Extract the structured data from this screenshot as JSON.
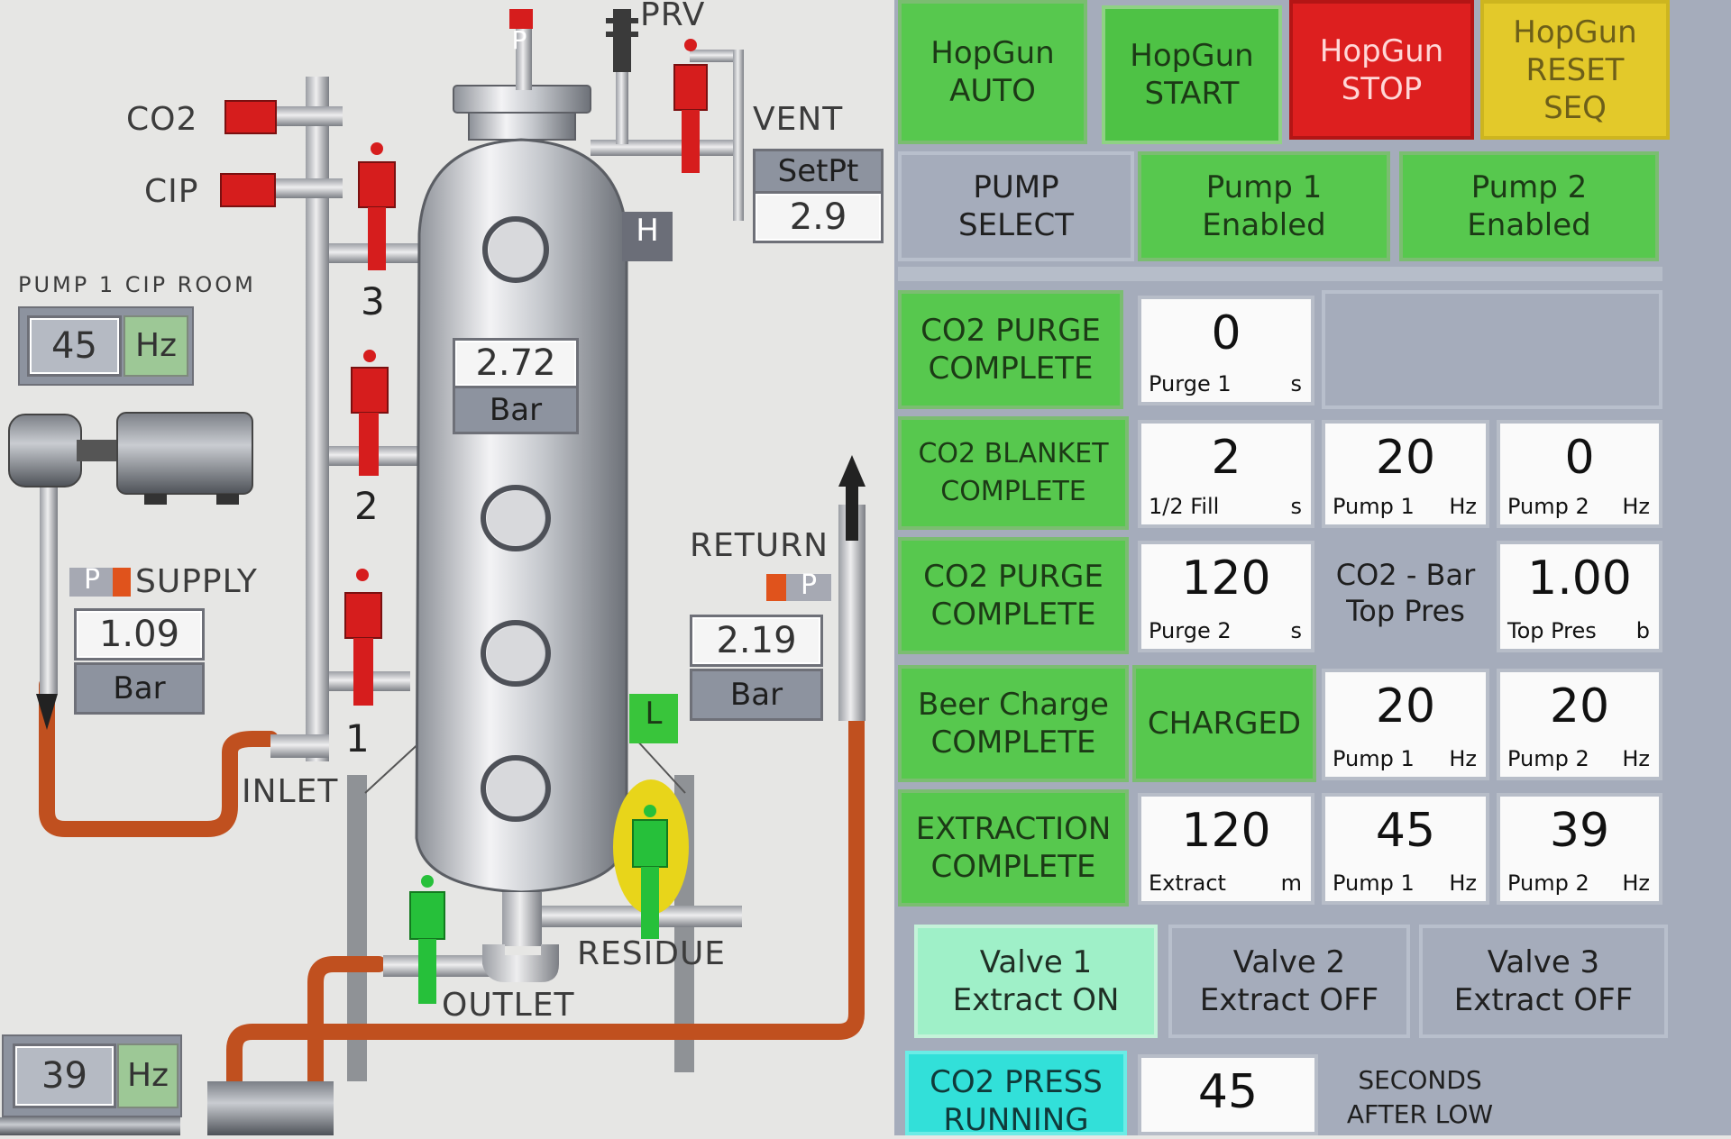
{
  "colors": {
    "panel_bg": "#a5acbb",
    "button_green": "#57c84e",
    "button_red": "#dd1f1f",
    "button_yellow": "#e3c92a",
    "valve_red": "#d61d1d",
    "valve_green": "#26c03a",
    "pipe_copper": "#c0501f",
    "status_cyan": "#32e0d9",
    "status_mint": "#9ff0c8"
  },
  "diagram": {
    "labels": {
      "co2": "CO2",
      "cip": "CIP",
      "prv": "PRV",
      "vent": "VENT",
      "pump1_cip_room": "PUMP 1 CIP ROOM",
      "supply": "SUPPLY",
      "return": "RETURN",
      "inlet": "INLET",
      "outlet": "OUTLET",
      "residue": "RESIDUE",
      "port_3": "3",
      "port_2": "2",
      "port_1": "1",
      "sensor_p": "P",
      "level_h": "H",
      "level_l": "L"
    },
    "vent_setpoint": {
      "label": "SetPt",
      "value": "2.9"
    },
    "vessel_pressure": {
      "value": "2.72",
      "unit": "Bar"
    },
    "supply_pressure": {
      "value": "1.09",
      "unit": "Bar"
    },
    "return_pressure": {
      "value": "2.19",
      "unit": "Bar"
    },
    "pump1_speed": {
      "value": "45",
      "unit": "Hz"
    },
    "pump2_speed": {
      "value": "39",
      "unit": "Hz"
    }
  },
  "panel": {
    "top_buttons": [
      {
        "label": "HopGun\nAUTO"
      },
      {
        "label": "HopGun\nSTART"
      },
      {
        "label": "HopGun\nSTOP"
      },
      {
        "label": "HopGun\nRESET\nSEQ"
      }
    ],
    "pump_select": {
      "label": "PUMP\nSELECT",
      "pump1": "Pump 1\nEnabled",
      "pump2": "Pump 2\nEnabled"
    },
    "rows": {
      "purge1": {
        "status": "CO2 PURGE\nCOMPLETE",
        "value": "0",
        "sub": "Purge 1",
        "unit": "s"
      },
      "blanket": {
        "status": "CO2 BLANKET\nCOMPLETE",
        "fill": {
          "value": "2",
          "sub": "1/2 Fill",
          "unit": "s"
        },
        "pump1": {
          "value": "20",
          "sub": "Pump 1",
          "unit": "Hz"
        },
        "pump2": {
          "value": "0",
          "sub": "Pump 2",
          "unit": "Hz"
        }
      },
      "purge2": {
        "status": "CO2 PURGE\nCOMPLETE",
        "value": "120",
        "sub": "Purge 2",
        "unit": "s",
        "label": "CO2 - Bar\nTop Pres",
        "top": {
          "value": "1.00",
          "sub": "Top Pres",
          "unit": "b"
        }
      },
      "charge": {
        "status": "Beer Charge\nCOMPLETE",
        "charged": "CHARGED",
        "pump1": {
          "value": "20",
          "sub": "Pump 1",
          "unit": "Hz"
        },
        "pump2": {
          "value": "20",
          "sub": "Pump 2",
          "unit": "Hz"
        }
      },
      "extraction": {
        "status": "EXTRACTION\nCOMPLETE",
        "extract": {
          "value": "120",
          "sub": "Extract",
          "unit": "m"
        },
        "pump1": {
          "value": "45",
          "sub": "Pump 1",
          "unit": "Hz"
        },
        "pump2": {
          "value": "39",
          "sub": "Pump 2",
          "unit": "Hz"
        }
      }
    },
    "valves": [
      {
        "label": "Valve 1\nExtract ON"
      },
      {
        "label": "Valve 2\nExtract OFF"
      },
      {
        "label": "Valve 3\nExtract OFF"
      }
    ],
    "co2_press": {
      "status": "CO2 PRESS\nRUNNING",
      "value": "45",
      "label": "SECONDS\nAFTER LOW"
    }
  }
}
